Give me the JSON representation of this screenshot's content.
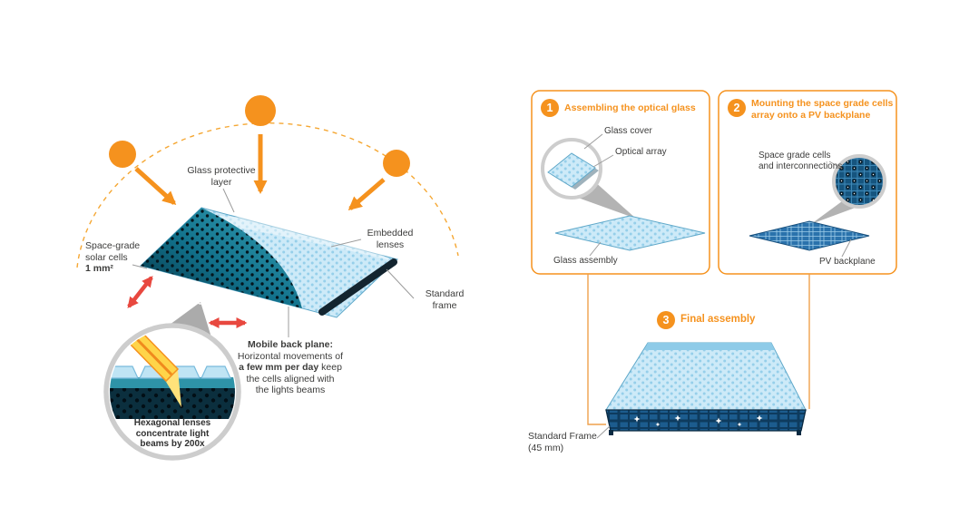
{
  "colors": {
    "orange": "#F5921E",
    "red": "#E8483F",
    "panel_blue": "#CDEAF8",
    "teal": "#117089",
    "navy": "#0E3B5E",
    "text": "#3C3C3B"
  },
  "left_diagram": {
    "labels": {
      "glass_protective_layer": "Glass protective\nlayer",
      "embedded_lenses": "Embedded\nlenses",
      "space_grade": "Space-grade\nsolar cells\n",
      "space_grade_bold": "1 mm²",
      "standard_frame": "Standard\nframe",
      "mobile_line1": "Mobile back plane:\n",
      "mobile_line2": "Horizontal movements of\n",
      "mobile_bold": "a few mm per day",
      "mobile_line3": " keep\nthe cells aligned with\nthe lights beams",
      "magnifier_caption": "Hexagonal lenses\nconcentrate light\nbeams by 200x"
    }
  },
  "steps": {
    "one": {
      "number": "1",
      "title": "Assembling the optical glass",
      "glass_cover": "Glass cover",
      "optical_array": "Optical array",
      "glass_assembly": "Glass assembly"
    },
    "two": {
      "number": "2",
      "title": "Mounting the space grade cells\narray onto a PV backplane",
      "cells_label": "Space grade cells\nand interconnections",
      "pv_backplane": "PV backplane"
    },
    "three": {
      "number": "3",
      "title": "Final assembly",
      "standard_frame": "Standard Frame\n(45 mm)"
    }
  }
}
